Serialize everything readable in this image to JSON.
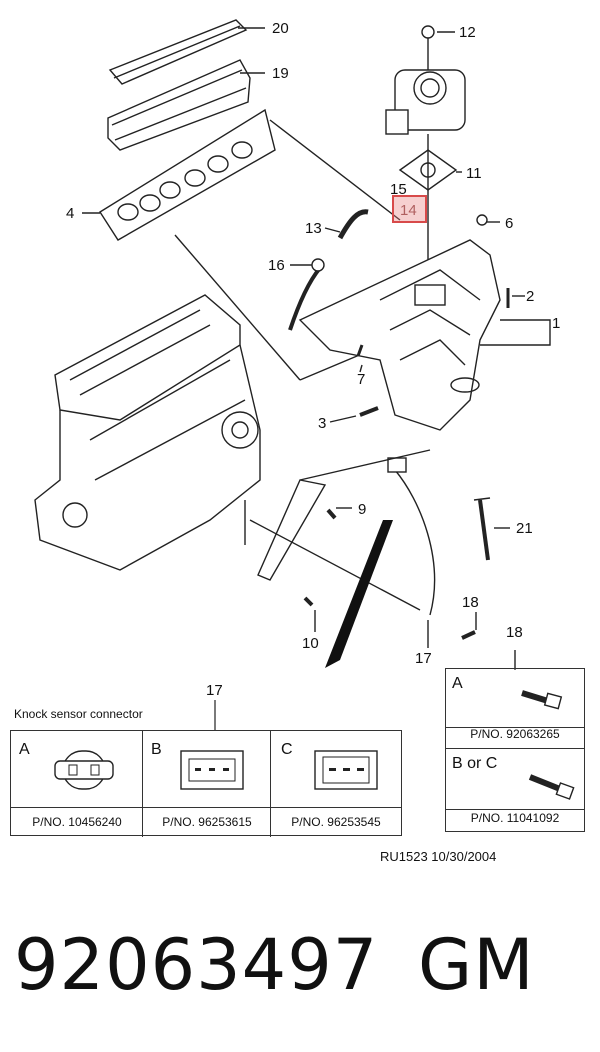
{
  "callouts": {
    "c1": "1",
    "c2": "2",
    "c3": "3",
    "c4": "4",
    "c6": "6",
    "c7": "7",
    "c9": "9",
    "c10": "10",
    "c11": "11",
    "c12": "12",
    "c13": "13",
    "c14": "14",
    "c15": "15",
    "c16": "16",
    "c17a": "17",
    "c17b": "17",
    "c18a": "18",
    "c18b": "18",
    "c19": "19",
    "c20": "20",
    "c21": "21"
  },
  "highlight_color": "#d84a4a",
  "knock_sensor": {
    "title": "Knock sensor connector",
    "options": [
      {
        "letter": "A",
        "part_number": "P/NO. 10456240"
      },
      {
        "letter": "B",
        "part_number": "P/NO. 96253615"
      },
      {
        "letter": "C",
        "part_number": "P/NO. 96253545"
      }
    ]
  },
  "bolt_table": {
    "options": [
      {
        "letter": "A",
        "part_number": "P/NO. 92063265"
      },
      {
        "letter": "B or C",
        "part_number": "P/NO. 11041092"
      }
    ]
  },
  "drawing_id": "RU1523  10/30/2004",
  "part_number_large": "92063497",
  "brand": "GM"
}
